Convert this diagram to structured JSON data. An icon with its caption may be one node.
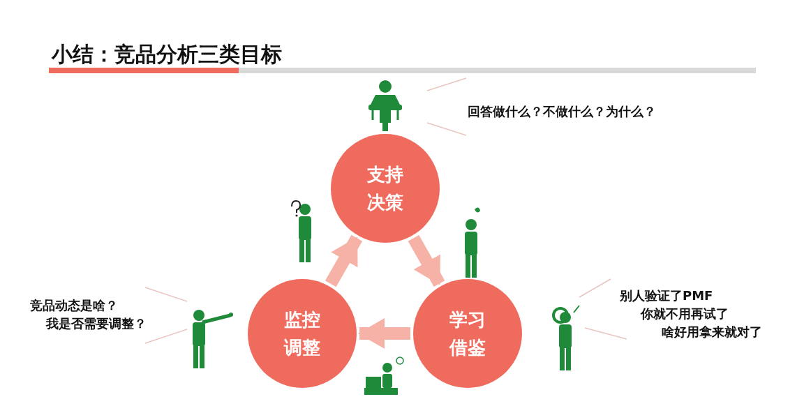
{
  "diagram": {
    "title": "小结：竞品分析三类目标",
    "nodes": [
      {
        "text": [
          "支持决策"
        ]
      },
      {
        "text": [
          "学习借鉴"
        ]
      },
      {
        "text": [
          "监控调整"
        ]
      }
    ],
    "edges": [
      {
        "from": 0,
        "to": 1,
        "arrow": "to"
      },
      {
        "from": 1,
        "to": 2,
        "arrow": "to"
      },
      {
        "from": 2,
        "to": 0,
        "arrow": "to"
      }
    ],
    "labels": [
      "回答做什么？不做什么？为什么？",
      "别人验证了PMF",
      "你就不用再试了",
      "啥好用拿来就对了",
      "竞品动态是啥？",
      "我是否需要调整？"
    ]
  }
}
